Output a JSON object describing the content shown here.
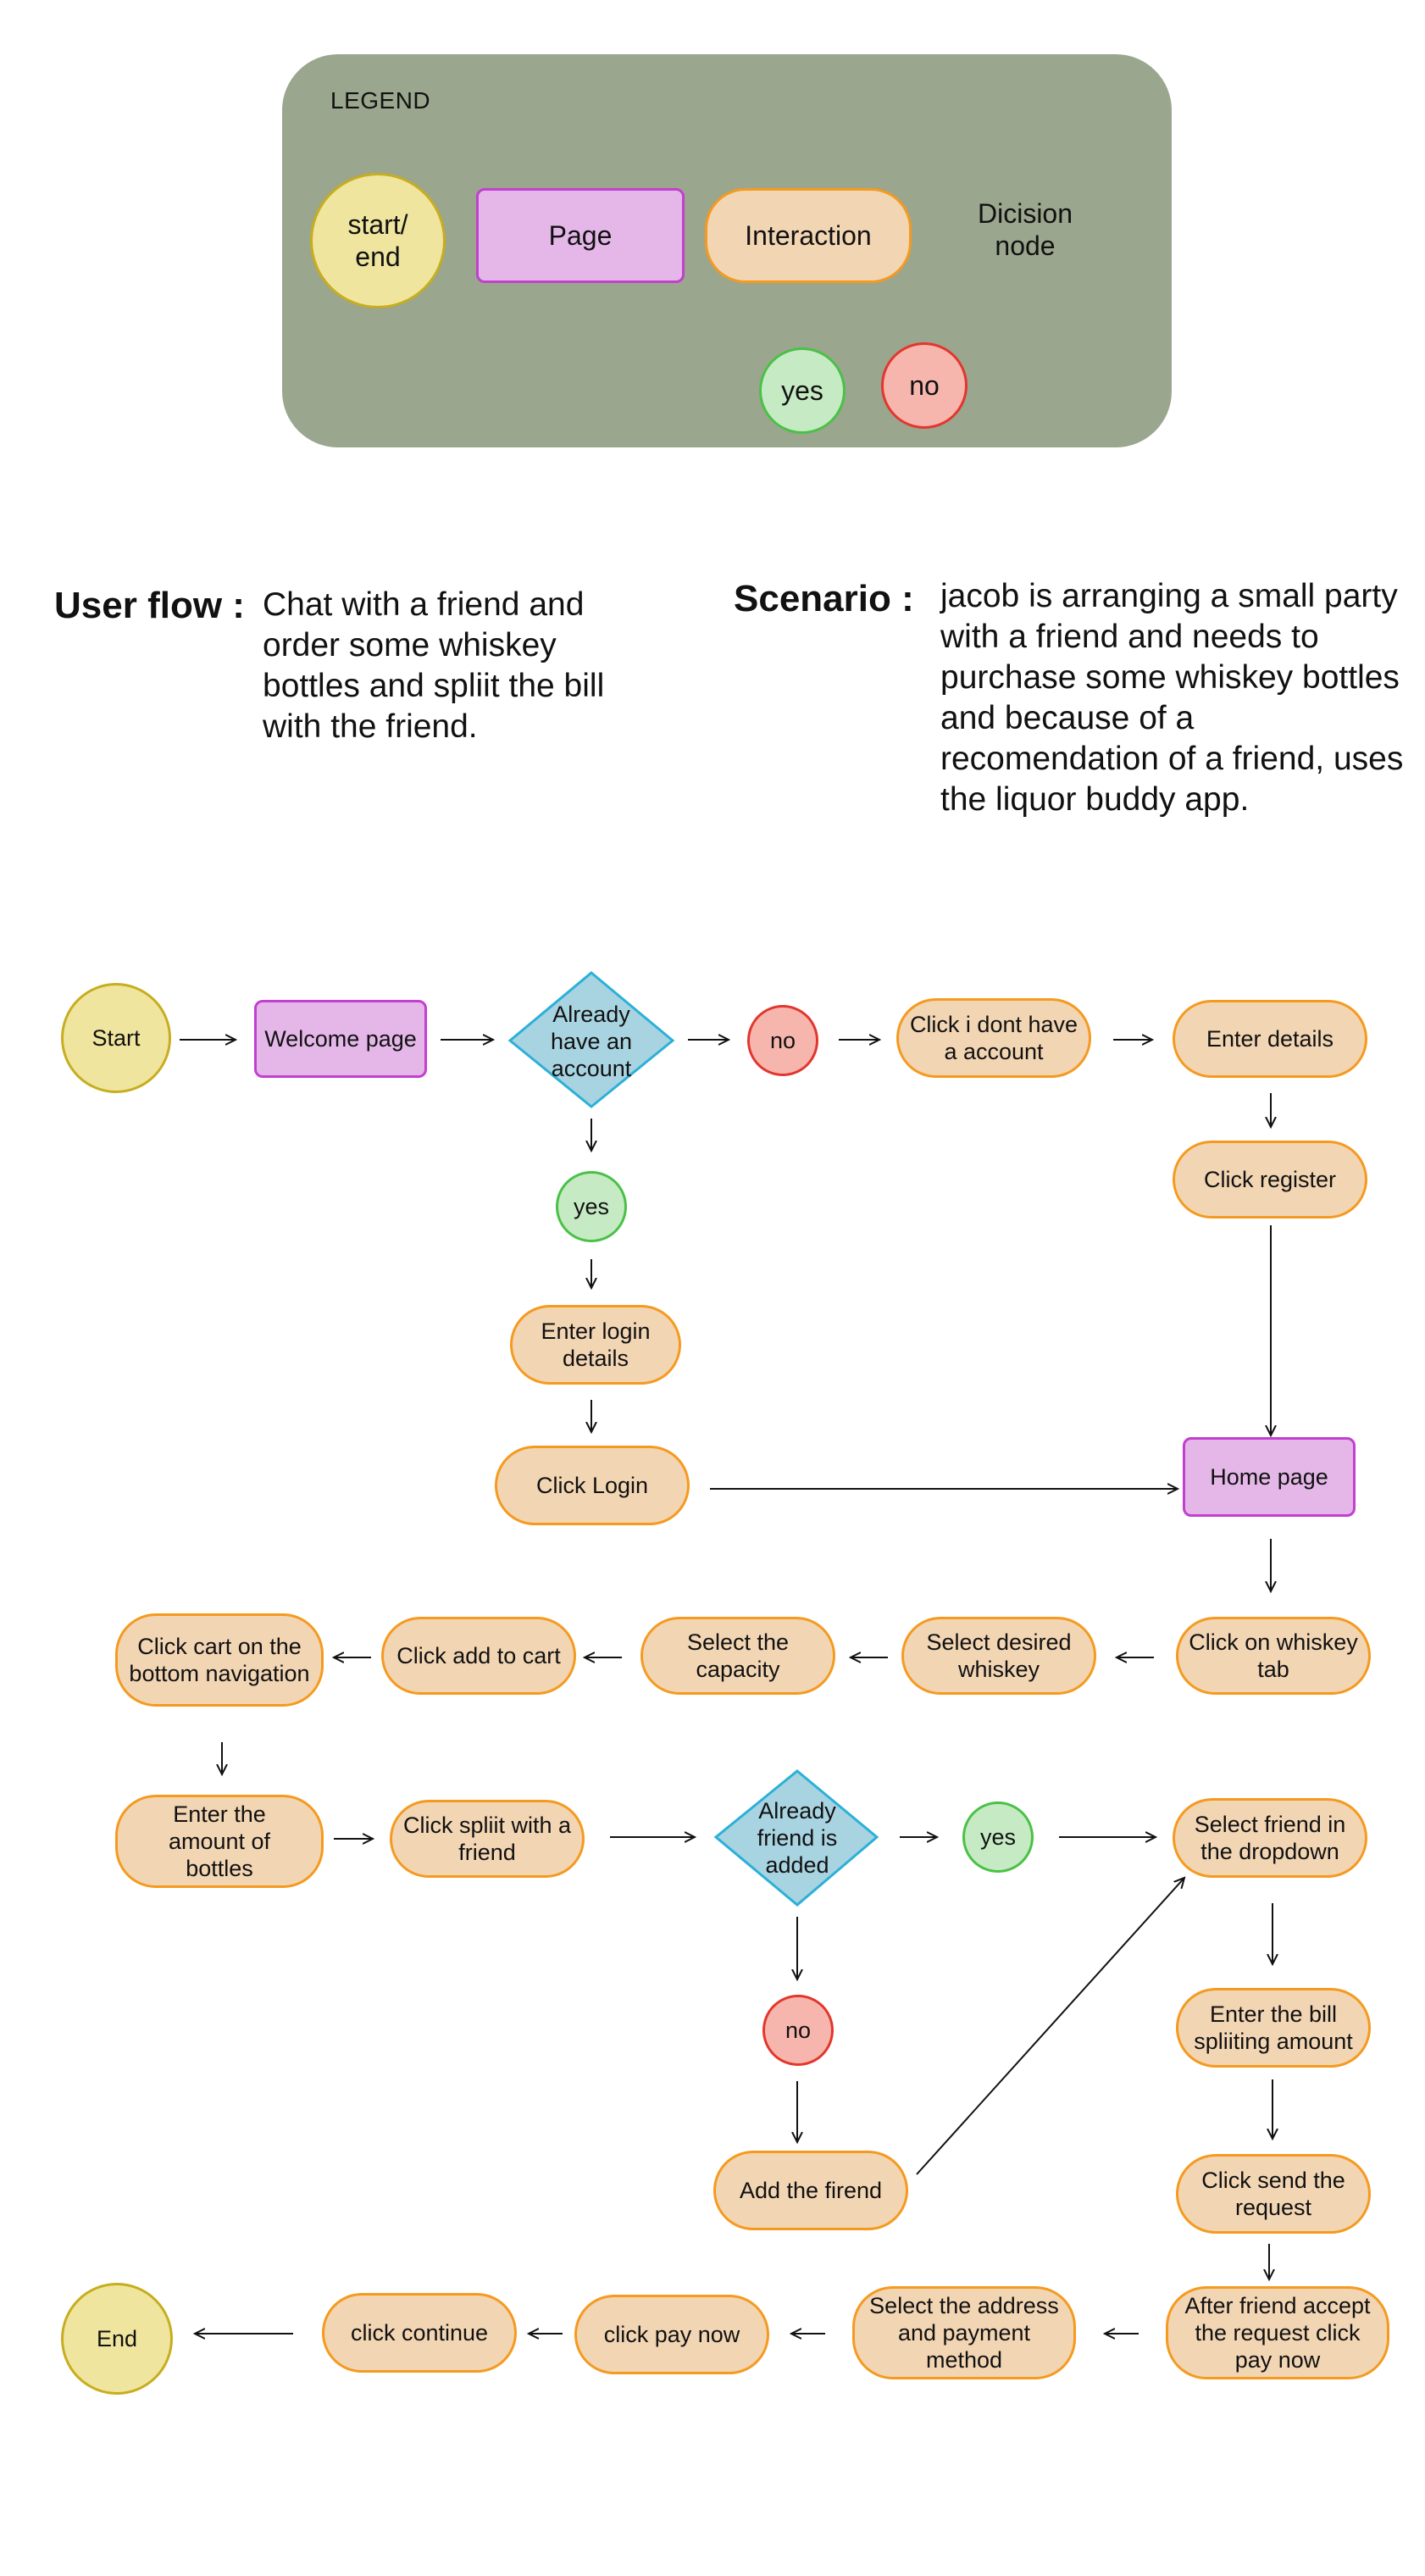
{
  "legend": {
    "title": "LEGEND",
    "start_end": "start/ end",
    "page": "Page",
    "interaction": "Interaction",
    "decision": "Dicision node",
    "yes": "yes",
    "no": "no"
  },
  "colors": {
    "legend_bg": "#9aa68d",
    "start_end": "#efe59f",
    "page": "#e4b7e8",
    "interaction": "#f2d5b3",
    "decision": "#a8d3e1",
    "yes": "#c6ebc4",
    "no": "#f7b6ad"
  },
  "user_flow": {
    "label": "User flow :",
    "text": "Chat with a friend and order some whiskey bottles and spliit the bill with the friend."
  },
  "scenario": {
    "label": "Scenario :",
    "text": "jacob is arranging a small party with a friend and needs to purchase some whiskey bottles and because of a recomendation of a friend, uses the liquor buddy app."
  },
  "flow": {
    "start": "Start",
    "welcome": "Welcome page",
    "already_account": "Already have an account",
    "no1": "no",
    "click_no_account": "Click i dont have a account",
    "enter_details": "Enter details",
    "click_register": "Click register",
    "yes1": "yes",
    "enter_login": "Enter login details",
    "click_login": "Click Login",
    "home_page": "Home page",
    "whiskey_tab": "Click on whiskey tab",
    "desired_whiskey": "Select desired whiskey",
    "select_capacity": "Select the capacity",
    "add_to_cart": "Click add to cart",
    "cart_nav": "Click cart on the bottom navigation",
    "enter_amount": "Enter the amount of bottles",
    "split_friend": "Click spliit with a friend",
    "already_friend": "Already friend is added",
    "yes2": "yes",
    "select_friend": "Select friend in the dropdown",
    "no2": "no",
    "add_friend": "Add the firend",
    "bill_amount": "Enter the bill spliiting amount",
    "send_request": "Click send the request",
    "after_accept": "After friend accept the request click pay now",
    "select_address": "Select the address and payment method",
    "pay_now": "click pay now",
    "click_continue": "click continue",
    "end": "End"
  }
}
